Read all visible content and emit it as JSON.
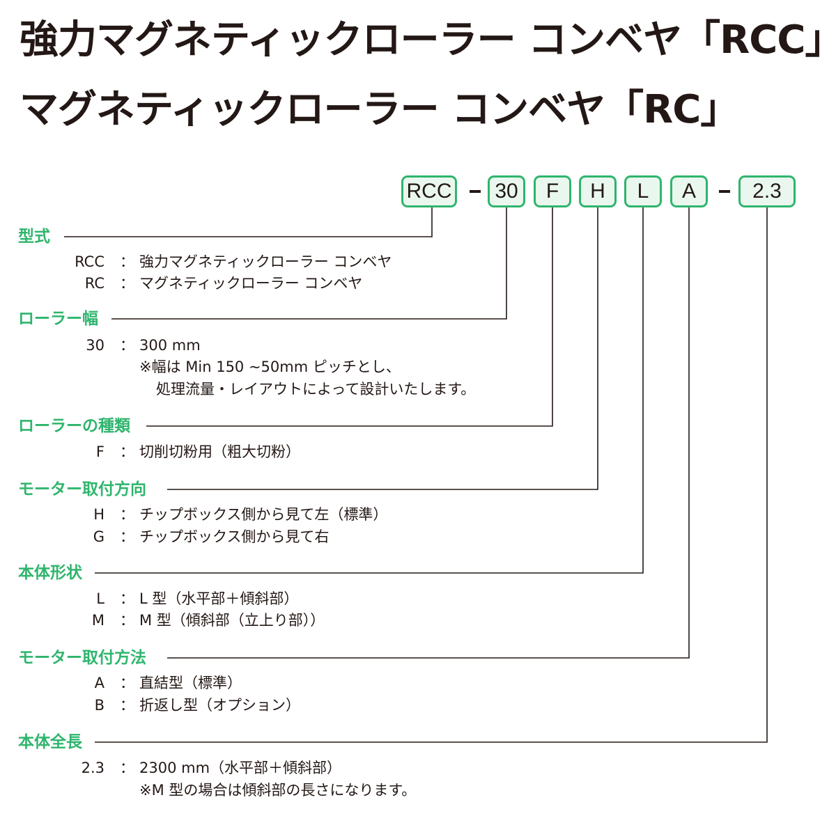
{
  "titles": {
    "line1": "強力マグネティックローラー コンベヤ「RCC」",
    "line2": "マグネティックローラー コンベヤ「RC」"
  },
  "code_boxes": [
    "RCC",
    "30",
    "F",
    "H",
    "L",
    "A",
    "2.3"
  ],
  "dashes": [
    "–",
    "–"
  ],
  "sections": {
    "model": {
      "heading": "型式",
      "entries": [
        {
          "code": "RCC",
          "colon": "：",
          "desc": "強力マグネティックローラー コンベヤ"
        },
        {
          "code": "RC",
          "colon": "：",
          "desc": "マグネティックローラー コンベヤ"
        }
      ]
    },
    "roller_width": {
      "heading": "ローラー幅",
      "entries": [
        {
          "code": "30",
          "colon": "：",
          "desc": "300 mm"
        }
      ],
      "notes": [
        "※幅は Min 150 ~50mm ピッチとし、",
        "処理流量・レイアウトによって設計いたします。"
      ]
    },
    "roller_type": {
      "heading": "ローラーの種類",
      "entries": [
        {
          "code": "F",
          "colon": "：",
          "desc": "切削切粉用（粗大切粉）"
        }
      ]
    },
    "motor_direction": {
      "heading": "モーター取付方向",
      "entries": [
        {
          "code": "H",
          "colon": "：",
          "desc": "チップボックス側から見て左（標準）"
        },
        {
          "code": "G",
          "colon": "：",
          "desc": "チップボックス側から見て右"
        }
      ]
    },
    "body_shape": {
      "heading": "本体形状",
      "entries": [
        {
          "code": "L",
          "colon": "：",
          "desc": "L 型（水平部＋傾斜部）"
        },
        {
          "code": "M",
          "colon": "：",
          "desc": "M 型（傾斜部（立上り部））"
        }
      ]
    },
    "motor_method": {
      "heading": "モーター取付方法",
      "entries": [
        {
          "code": "A",
          "colon": "：",
          "desc": "直結型（標準）"
        },
        {
          "code": "B",
          "colon": "：",
          "desc": "折返し型（オプション）"
        }
      ]
    },
    "total_length": {
      "heading": "本体全長",
      "entries": [
        {
          "code": "2.3",
          "colon": "：",
          "desc": "2300 mm（水平部＋傾斜部）"
        }
      ],
      "notes": [
        "※M 型の場合は傾斜部の長さになります。"
      ]
    }
  },
  "colors": {
    "accent_green": "#2fb56d",
    "box_fill": "#eaf7ee",
    "text": "#231815"
  }
}
